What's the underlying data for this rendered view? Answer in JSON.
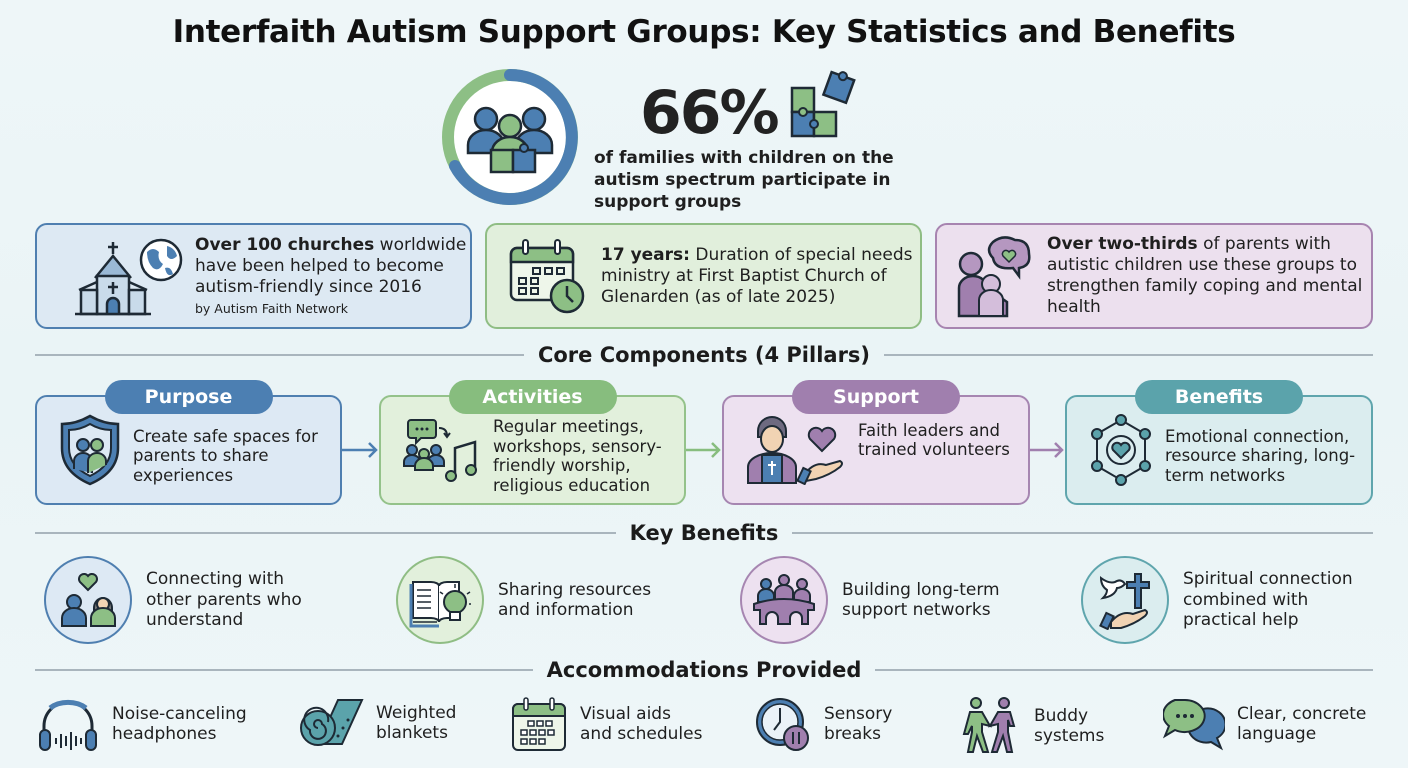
{
  "title": "Interfaith Autism Support Groups: Key Statistics and Benefits",
  "hero": {
    "percentage": "66%",
    "description": "of families with children on the autism spectrum participate in support groups",
    "ring_colors": {
      "blue": "#4c7fb2",
      "green": "#8dbf85"
    },
    "icon": "family-puzzle-icon"
  },
  "stats": [
    {
      "bold": "Over 100 churches",
      "text": " worldwide have been helped to become autism-friendly since 2016",
      "source": "by Autism Faith Network",
      "icon": "church-globe-icon",
      "color": "#4f7fb0"
    },
    {
      "bold": "17 years:",
      "text": " Duration of special needs ministry at First Baptist Church of Glenarden (as of late 2025)",
      "icon": "calendar-clock-icon",
      "color": "#8fbd84"
    },
    {
      "bold": "Over two-thirds",
      "text": " of parents with autistic children use these groups to strengthen family coping and mental health",
      "icon": "embrace-mind-icon",
      "color": "#a784b0"
    }
  ],
  "sections": {
    "core": "Core Components (4 Pillars)",
    "key_benefits": "Key Benefits",
    "accommodations": "Accommodations Provided"
  },
  "pillars": [
    {
      "label": "Purpose",
      "text": "Create safe spaces for parents to share experiences",
      "icon": "shield-family-icon",
      "color": "#4c7fb2"
    },
    {
      "label": "Activities",
      "text": "Regular meetings, workshops, sensory-friendly worship, religious education",
      "icon": "group-chat-music-icon",
      "color": "#87bd7e"
    },
    {
      "label": "Support",
      "text": "Faith leaders and trained volunteers",
      "icon": "clergy-heart-hand-icon",
      "color": "#a07fae"
    },
    {
      "label": "Benefits",
      "text": "Emotional connection, resource sharing, long-term networks",
      "icon": "network-heart-icon",
      "color": "#5ba3ab"
    }
  ],
  "key_benefits": [
    {
      "text": "Connecting with other parents who understand",
      "icon": "parents-heart-icon",
      "color": "#4f7fb0"
    },
    {
      "text": "Sharing resources and information",
      "icon": "book-lightbulb-icon",
      "color": "#8fbd84"
    },
    {
      "text": "Building long-term support networks",
      "icon": "people-bridge-icon",
      "color": "#a686b1"
    },
    {
      "text": "Spiritual connection combined with practical help",
      "icon": "dove-cross-hand-icon",
      "color": "#5fa5ad"
    }
  ],
  "accommodations": [
    {
      "line1": "Noise-canceling",
      "line2": "headphones",
      "icon": "headphones-icon"
    },
    {
      "line1": "Weighted",
      "line2": "blankets",
      "icon": "blanket-roll-icon"
    },
    {
      "line1": "Visual aids",
      "line2": "and schedules",
      "icon": "calendar-grid-icon"
    },
    {
      "line1": "Sensory",
      "line2": "breaks",
      "icon": "clock-pause-icon"
    },
    {
      "line1": "Buddy",
      "line2": "systems",
      "icon": "buddy-walk-icon"
    },
    {
      "line1": "Clear, concrete",
      "line2": "language",
      "icon": "speech-bubbles-icon"
    }
  ]
}
